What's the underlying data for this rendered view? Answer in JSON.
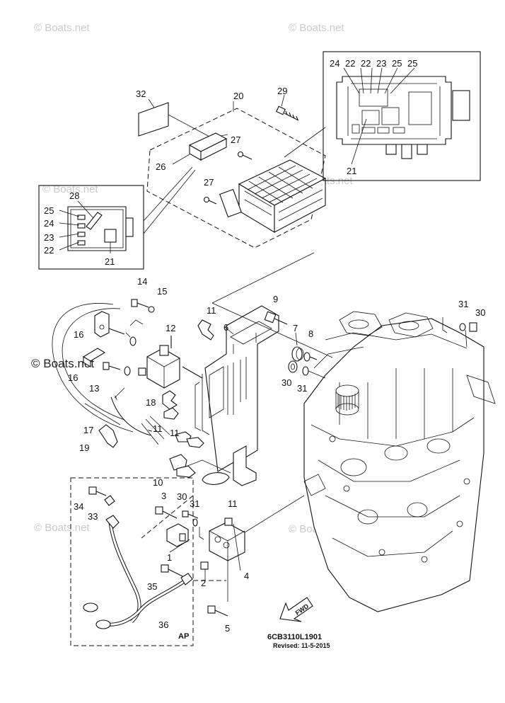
{
  "watermarks": [
    "© Boats.net",
    "© Boats.net",
    "© Boats.net",
    "© Boats.net",
    "© Boats.net",
    "© Boats.net",
    "© Boats.net"
  ],
  "callouts": [
    "32",
    "20",
    "29",
    "27",
    "26",
    "27",
    "24",
    "22",
    "22",
    "23",
    "25",
    "25",
    "21",
    "28",
    "25",
    "24",
    "23",
    "22",
    "21",
    "14",
    "15",
    "9",
    "31",
    "30",
    "16",
    "12",
    "11",
    "6",
    "7",
    "8",
    "16",
    "13",
    "30",
    "31",
    "18",
    "17",
    "11",
    "19",
    "11",
    "10",
    "11",
    "3",
    "30",
    "31",
    "34",
    "33",
    "1",
    "2",
    "4",
    "35",
    "5",
    "36"
  ],
  "fwd_label": "FWD",
  "ap_label": "AP",
  "diagram_code": "6CB3110L1901",
  "revised": "Revised: 11-5-2015"
}
